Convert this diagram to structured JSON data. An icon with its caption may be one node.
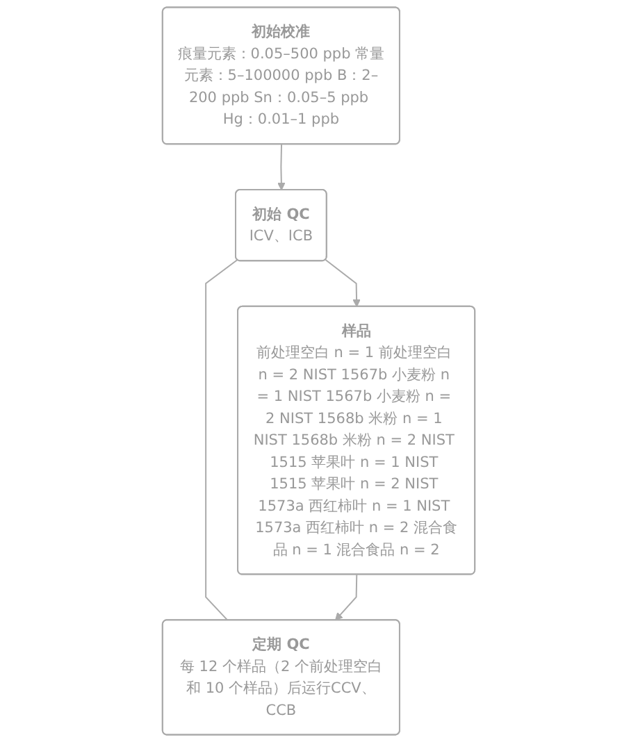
{
  "diagram": {
    "nodes": [
      {
        "text": [
          "初始校准",
          "痕量元素：0.05–500 ppb 常量元素：5–100000 ppb B：2–200 ppb Sn：0.05–5 ppb Hg：0.01–1 ppb"
        ]
      },
      {
        "text": [
          "初始 QC",
          "ICV、ICB"
        ]
      },
      {
        "text": [
          "样品",
          "前处理空白 n = 1 前处理空白 n = 2 NIST 1567b 小麦粉 n = 1 NIST 1567b 小麦粉 n = 2 NIST 1568b 米粉 n = 1 NIST 1568b 米粉 n = 2 NIST 1515 苹果叶 n = 1 NIST 1515 苹果叶 n = 2 NIST 1573a 西红柿叶 n = 1 NIST 1573a 西红柿叶 n = 2 混合食品 n = 1 混合食品 n = 2"
        ]
      },
      {
        "text": [
          "定期 QC",
          "每 12 个样品（2 个前处理空白和 10 个样品）后运行CCV、CCB"
        ]
      }
    ],
    "edges": [
      {
        "from": 0,
        "to": 1,
        "arrow": "to"
      },
      {
        "from": 1,
        "to": 2,
        "arrow": "to"
      },
      {
        "from": 1,
        "to": 3,
        "arrow": "none"
      },
      {
        "from": 2,
        "to": 3,
        "arrow": "to"
      }
    ]
  }
}
